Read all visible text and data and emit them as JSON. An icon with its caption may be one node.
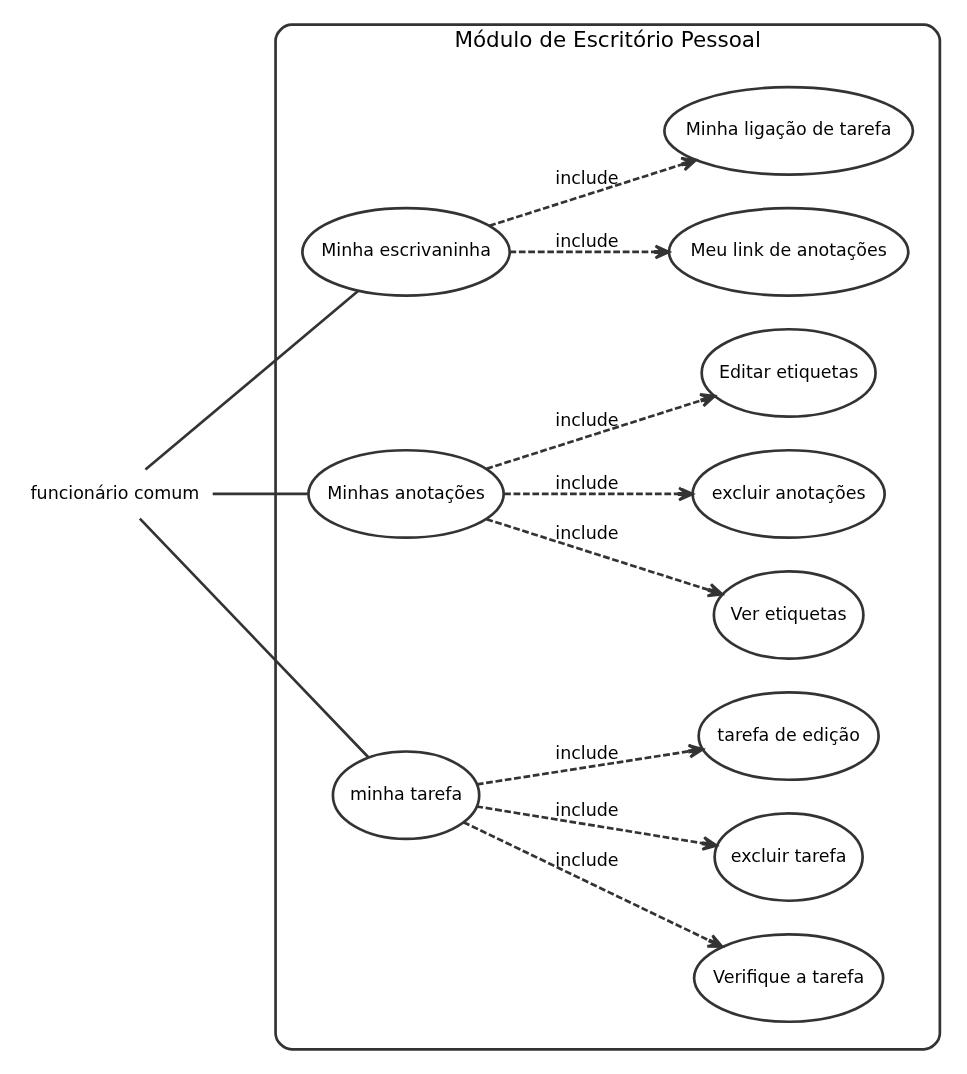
{
  "diagram": {
    "nodes": [
      {
        "text": [
          "funcionário comum"
        ]
      },
      {
        "text": [
          "Módulo de Escritório Pessoal"
        ]
      },
      {
        "text": [
          "Minha escrivaninha"
        ],
        "in": 1
      },
      {
        "text": [
          "Meu link de anotações"
        ],
        "in": 1
      },
      {
        "text": [
          "Minha ligação de tarefa"
        ],
        "in": 1
      },
      {
        "text": [
          "Minhas anotações"
        ],
        "in": 1
      },
      {
        "text": [
          "Ver etiquetas"
        ],
        "in": 1
      },
      {
        "text": [
          "excluir anotações"
        ],
        "in": 1
      },
      {
        "text": [
          "Editar etiquetas"
        ],
        "in": 1
      },
      {
        "text": [
          "minha tarefa"
        ],
        "in": 1
      },
      {
        "text": [
          "Verifique a tarefa"
        ],
        "in": 1
      },
      {
        "text": [
          "excluir tarefa"
        ],
        "in": 1
      },
      {
        "text": [
          "tarefa de edição"
        ],
        "in": 1
      }
    ],
    "edges": [
      {
        "from": 0,
        "to": 2,
        "arrow": "none"
      },
      {
        "from": 0,
        "to": 5,
        "arrow": "none"
      },
      {
        "from": 0,
        "to": 9,
        "arrow": "none"
      },
      {
        "from": 2,
        "to": 3,
        "arrow": "to",
        "label": "include",
        "style": "dashed"
      },
      {
        "from": 2,
        "to": 4,
        "arrow": "to",
        "label": "include",
        "style": "dashed"
      },
      {
        "from": 5,
        "to": 6,
        "arrow": "to",
        "label": "include",
        "style": "dashed"
      },
      {
        "from": 5,
        "to": 7,
        "arrow": "to",
        "label": "include",
        "style": "dashed"
      },
      {
        "from": 5,
        "to": 8,
        "arrow": "to",
        "label": "include",
        "style": "dashed"
      },
      {
        "from": 9,
        "to": 10,
        "arrow": "to",
        "label": "include",
        "style": "dashed"
      },
      {
        "from": 9,
        "to": 11,
        "arrow": "to",
        "label": "include",
        "style": "dashed"
      },
      {
        "from": 9,
        "to": 12,
        "arrow": "to",
        "label": "include",
        "style": "dashed"
      }
    ]
  }
}
